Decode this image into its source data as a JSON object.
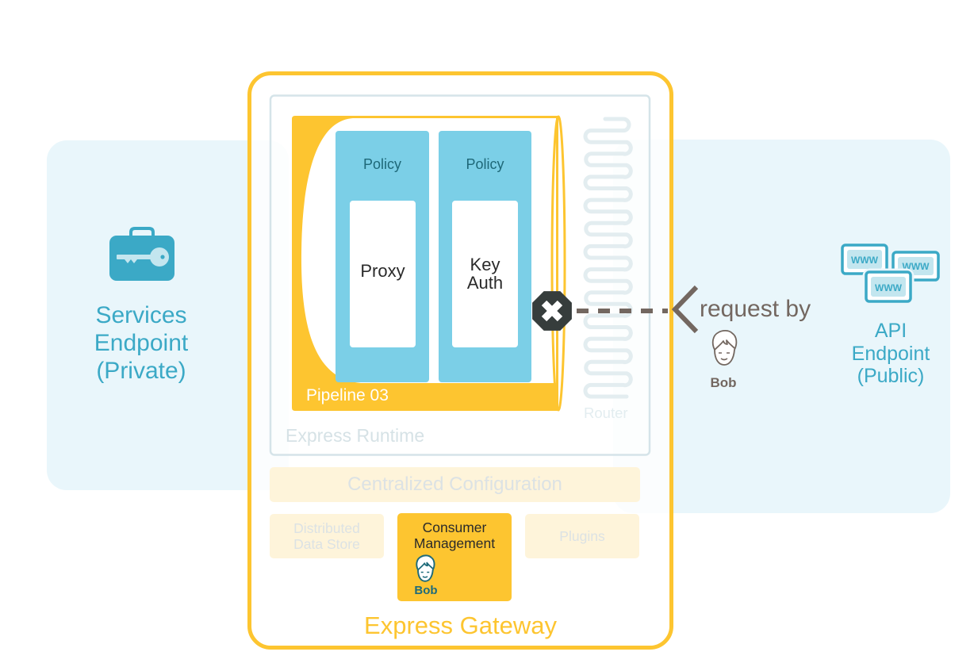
{
  "left_endpoint": {
    "icon": "briefcase-key-icon",
    "label_lines": [
      "Services",
      "Endpoint",
      "(Private)"
    ]
  },
  "right_endpoint": {
    "icon": "www-windows-icon",
    "window_text": "WWW",
    "label_lines": [
      "API",
      "Endpoint",
      "(Public)"
    ]
  },
  "gateway": {
    "title": "Express Gateway",
    "runtime": {
      "label": "Express Runtime",
      "router": {
        "label": "Router",
        "icon": "router-coil-icon"
      },
      "pipeline": {
        "label": "Pipeline 03",
        "policies": [
          {
            "header": "Policy",
            "name_lines": [
              "Proxy"
            ]
          },
          {
            "header": "Policy",
            "name_lines": [
              "Key",
              "Auth"
            ]
          }
        ]
      }
    },
    "centralized_configuration": "Centralized Configuration",
    "modules": [
      {
        "label_lines": [
          "Distributed",
          "Data Store"
        ],
        "highlighted": false
      },
      {
        "label_lines": [
          "Consumer",
          "Management"
        ],
        "highlighted": true,
        "consumer": {
          "name": "Bob",
          "icon": "user-face-icon"
        }
      },
      {
        "label_lines": [
          "Plugins"
        ],
        "highlighted": false
      }
    ]
  },
  "request": {
    "label": "request by",
    "user": {
      "name": "Bob",
      "icon": "user-face-icon"
    },
    "blocked_icon": "x-octagon-icon",
    "arrow_icon": "chevron-left-icon"
  },
  "colors": {
    "gateway_yellow": "#fdc530",
    "endpoint_teal": "#3ba9c6",
    "endpoint_teal_light": "#c3e6ef",
    "policy_blue": "#7bcfe7",
    "policy_text": "#1e6878",
    "panel_bg": "#e9f6fb",
    "request_brown": "#736760",
    "block_dark": "#363d3c",
    "faded_text": "#dce2e4",
    "faded_module_bg": "#fef4da",
    "consumer_user": "#1f6b7a"
  }
}
